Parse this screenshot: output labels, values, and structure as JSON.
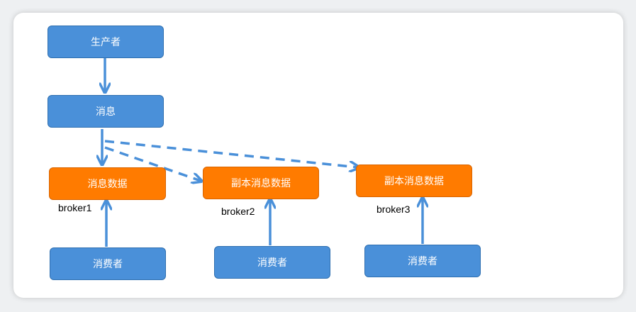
{
  "colors": {
    "node_blue": "#4a90d9",
    "node_orange": "#ff7b00",
    "arrow": "#4a90d9"
  },
  "nodes": {
    "producer": "生产者",
    "message": "消息",
    "broker1_data": "消息数据",
    "broker2_data": "副本消息数据",
    "broker3_data": "副本消息数据",
    "consumer1": "消费者",
    "consumer2": "消费者",
    "consumer3": "消费者"
  },
  "labels": {
    "broker1": "broker1",
    "broker2": "broker2",
    "broker3": "broker3"
  }
}
